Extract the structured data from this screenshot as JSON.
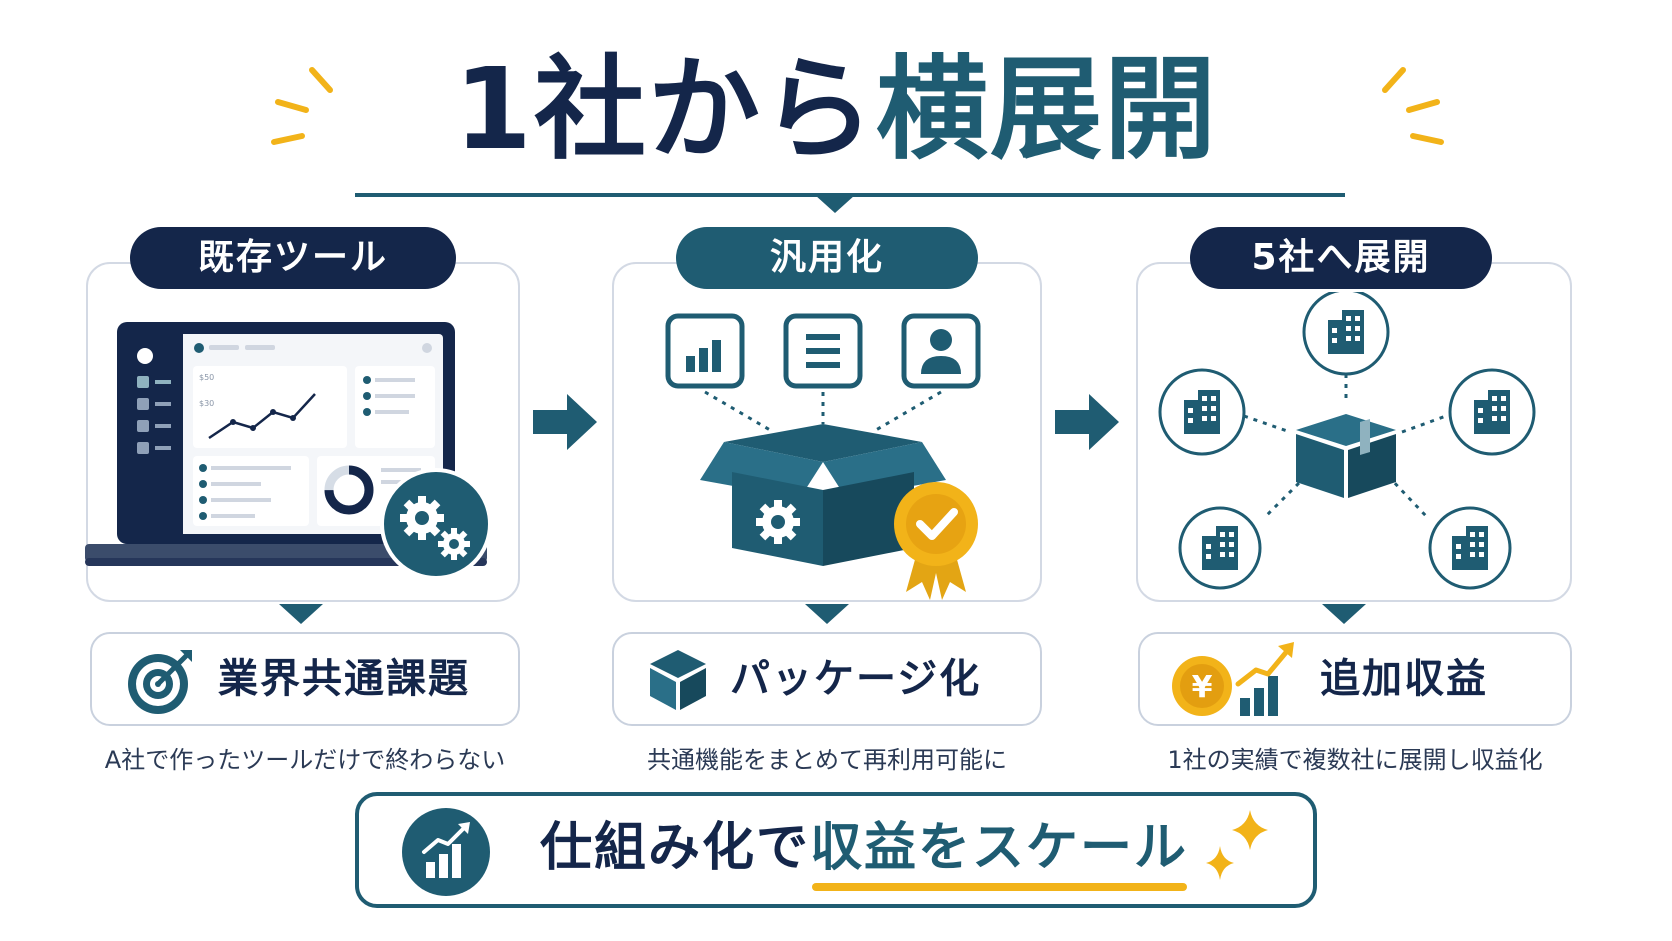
{
  "title": {
    "part1": "1社から",
    "part2": "横展開"
  },
  "columns": [
    {
      "pill": "既存ツール",
      "key_label": "業界共通課題",
      "caption": "A社で作ったツールだけで終わらない"
    },
    {
      "pill": "汎用化",
      "key_label": "パッケージ化",
      "caption": "共通機能をまとめて再利用可能に"
    },
    {
      "pill": "5社へ展開",
      "key_label": "追加収益",
      "caption": "1社の実績で複数社に展開し収益化"
    }
  ],
  "dashboard": {
    "axis_top": "$50",
    "axis_bottom": "$30"
  },
  "coin_symbol": "¥",
  "banner": {
    "prefix": "仕組み化で",
    "highlight": "収益をスケール"
  },
  "colors": {
    "navy": "#14264a",
    "teal": "#1f5c72",
    "gold": "#f2b319",
    "border": "#d3d9e4"
  }
}
